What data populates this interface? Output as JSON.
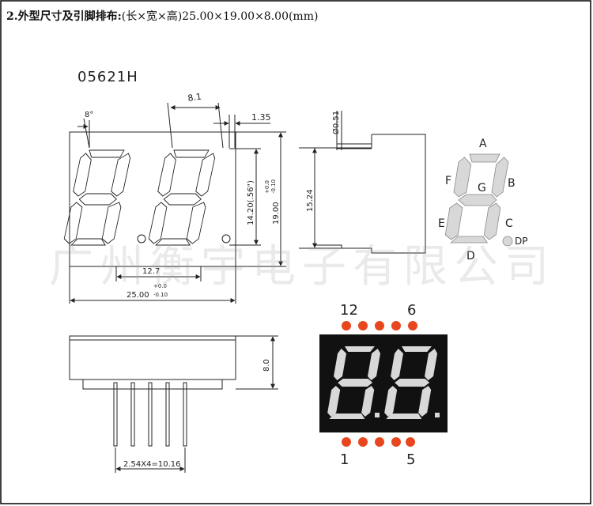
{
  "header": {
    "num": "2.",
    "title": "外型尺寸及引脚排布:",
    "dims": "(长×宽×高)25.00×19.00×8.00(mm)"
  },
  "part_number": "05621H",
  "watermark": "广州衡宇电子有限公司",
  "dimensions": {
    "angle": "8°",
    "digit_pitch": "8.1",
    "dp_offset": "1.35",
    "digit_height": "14.20(.56\")",
    "height_total": "19.00",
    "height_tol_plus": "+0.0",
    "height_tol_minus": "-0.10",
    "pin_span_12_7": "12.7",
    "width_total": "25.00",
    "width_tol_plus": "+0.0",
    "width_tol_minus": "-0.10",
    "side_pin": "Ø0.51",
    "side_height": "15.24",
    "depth": "8.0",
    "pin_pitch": "2.54X4=10.16"
  },
  "segments": {
    "A": "A",
    "B": "B",
    "C": "C",
    "D": "D",
    "E": "E",
    "F": "F",
    "G": "G",
    "DP": "DP"
  },
  "pins": {
    "top_left": "12",
    "top_right": "6",
    "bottom_left": "1",
    "bottom_right": "5"
  },
  "colors": {
    "pin_dot": "#e8461e",
    "display_bg": "#111111",
    "segment_fill": "#d8d8d8"
  }
}
